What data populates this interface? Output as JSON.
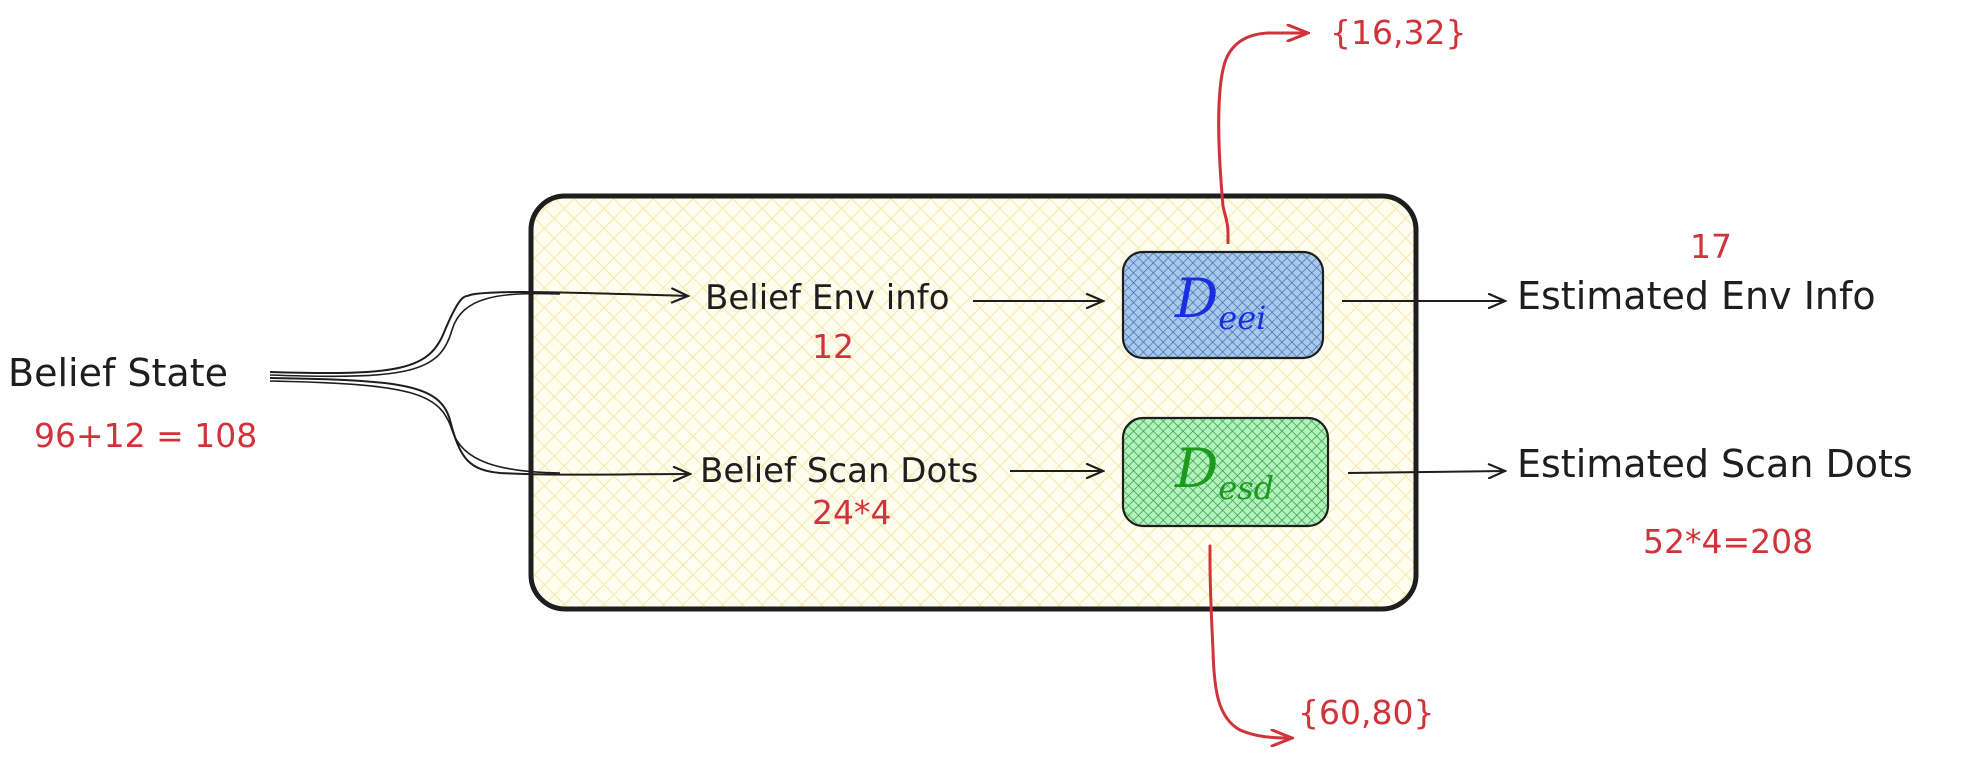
{
  "diagram": {
    "input_label": "Belief State",
    "input_dim": "96+12 = 108",
    "branch_env_label": "Belief Env info",
    "branch_env_dim": "12",
    "branch_scan_label": "Belief Scan Dots",
    "branch_scan_dim": "24*4",
    "decoder_eei": {
      "symbol": "D",
      "subscript": "eei",
      "fill": "#a9c8ec",
      "stroke": "#1e1e1e",
      "text_color": "#1a2ee0"
    },
    "decoder_esd": {
      "symbol": "D",
      "subscript": "esd",
      "fill": "#b2f2bb",
      "stroke": "#1e1e1e",
      "text_color": "#1d9a1d"
    },
    "decoder_eei_hidden": "{16,32}",
    "decoder_esd_hidden": "{60,80}",
    "output_env_label": "Estimated Env Info",
    "output_env_dim": "17",
    "output_scan_label": "Estimated Scan Dots",
    "output_scan_dim": "52*4=208"
  },
  "colors": {
    "container_fill": "#fff9db",
    "container_stroke": "#1e1e1e",
    "annotation_red": "#d0333a",
    "ink": "#1e1e1e"
  }
}
